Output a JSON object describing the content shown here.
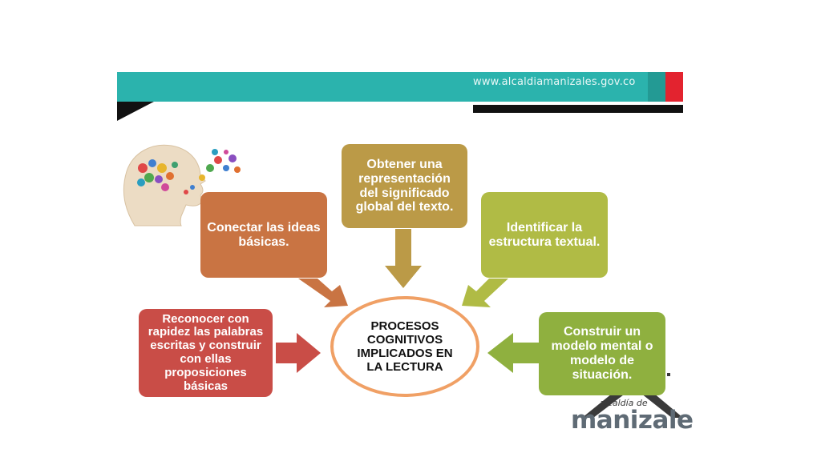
{
  "header": {
    "url": "www.alcaldiamanizales.gov.co"
  },
  "diagram": {
    "center": "PROCESOS COGNITIVOS IMPLICADOS EN LA LECTURA",
    "nodes": {
      "connect": "Conectar las ideas básicas.",
      "represent": "Obtener una representación del significado global del texto.",
      "identify": "Identificar la estructura textual.",
      "recognize": "Reconocer con rapidez las palabras escritas y construir con ellas proposiciones básicas",
      "construct": "Construir un modelo mental o modelo de situación."
    }
  },
  "logo": {
    "small": "alcaldía de",
    "main": "manizale"
  },
  "colors": {
    "teal": "#2bb3ad",
    "red": "#e3232f",
    "orange": "#c97443",
    "gold": "#bb9a47",
    "olive": "#b0bb45",
    "brick": "#c94d47",
    "green": "#8fb03f",
    "ring": "#f0a065"
  }
}
